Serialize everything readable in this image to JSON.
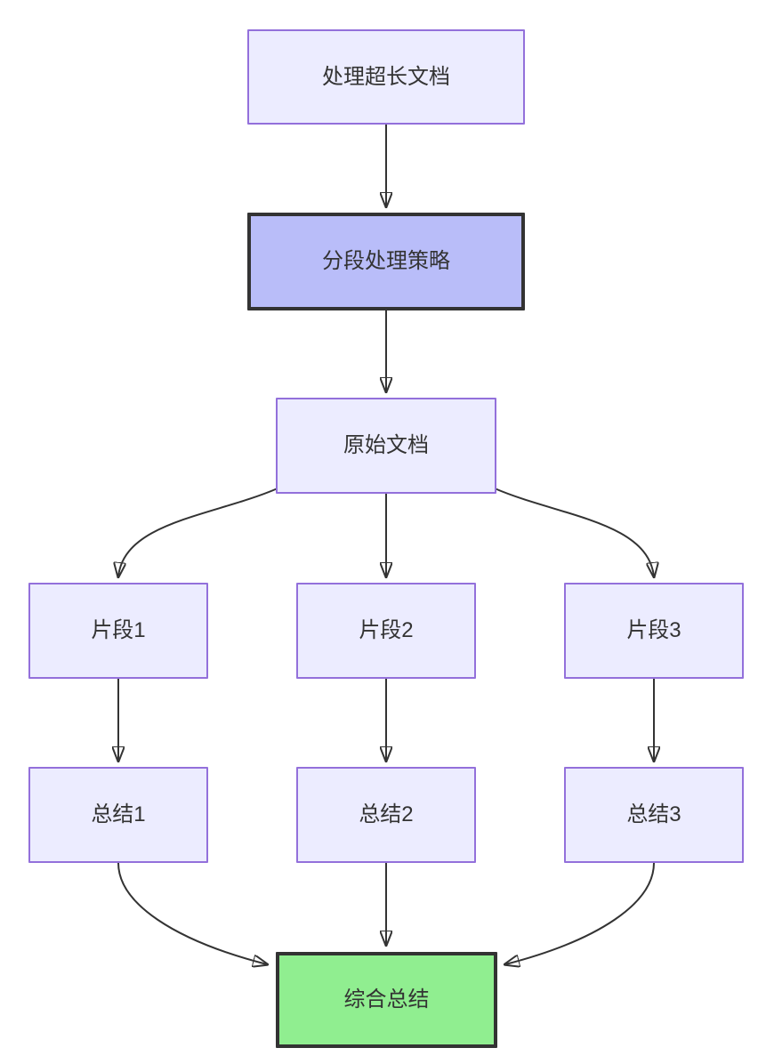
{
  "diagram": {
    "type": "flowchart-top-down",
    "background": "#ffffff",
    "colors": {
      "default_node_fill": "#ECECFF",
      "default_node_border": "#9370DB",
      "strategy_node_fill": "#B9BDF9",
      "strategy_node_border": "#333333",
      "final_node_fill": "#90EE90",
      "final_node_border": "#333333",
      "edge_stroke": "#333333",
      "label_text": "#333333"
    },
    "nodes": {
      "start": {
        "label": "处理超长文档"
      },
      "strategy": {
        "label": "分段处理策略"
      },
      "source": {
        "label": "原始文档"
      },
      "fragment1": {
        "label": "片段1"
      },
      "fragment2": {
        "label": "片段2"
      },
      "fragment3": {
        "label": "片段3"
      },
      "summary1": {
        "label": "总结1"
      },
      "summary2": {
        "label": "总结2"
      },
      "summary3": {
        "label": "总结3"
      },
      "final": {
        "label": "综合总结"
      }
    },
    "edges": [
      {
        "from": "start",
        "to": "strategy"
      },
      {
        "from": "strategy",
        "to": "source"
      },
      {
        "from": "source",
        "to": "fragment1"
      },
      {
        "from": "source",
        "to": "fragment2"
      },
      {
        "from": "source",
        "to": "fragment3"
      },
      {
        "from": "fragment1",
        "to": "summary1"
      },
      {
        "from": "fragment2",
        "to": "summary2"
      },
      {
        "from": "fragment3",
        "to": "summary3"
      },
      {
        "from": "summary1",
        "to": "final"
      },
      {
        "from": "summary2",
        "to": "final"
      },
      {
        "from": "summary3",
        "to": "final"
      }
    ]
  }
}
